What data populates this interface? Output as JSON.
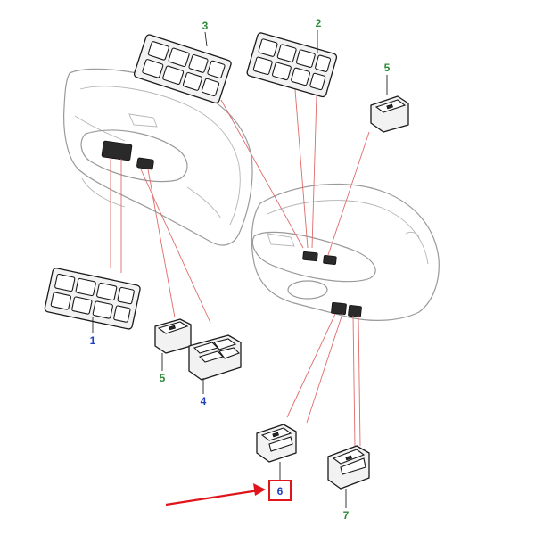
{
  "colors": {
    "callout_green": "#2e8b3a",
    "callout_blue": "#1f3fbf",
    "leader_red": "#e06a6a",
    "highlight_red": "#e0141b"
  },
  "callouts": [
    {
      "id": "c3",
      "label": "3",
      "color": "green"
    },
    {
      "id": "c2",
      "label": "2",
      "color": "green"
    },
    {
      "id": "c5a",
      "label": "5",
      "color": "green"
    },
    {
      "id": "c1",
      "label": "1",
      "color": "blue"
    },
    {
      "id": "c5b",
      "label": "5",
      "color": "green"
    },
    {
      "id": "c4",
      "label": "4",
      "color": "blue"
    },
    {
      "id": "c6",
      "label": "6",
      "color": "blue",
      "highlighted": true
    },
    {
      "id": "c7",
      "label": "7",
      "color": "green"
    }
  ],
  "icons": {
    "pointer": "red-arrow-icon"
  }
}
